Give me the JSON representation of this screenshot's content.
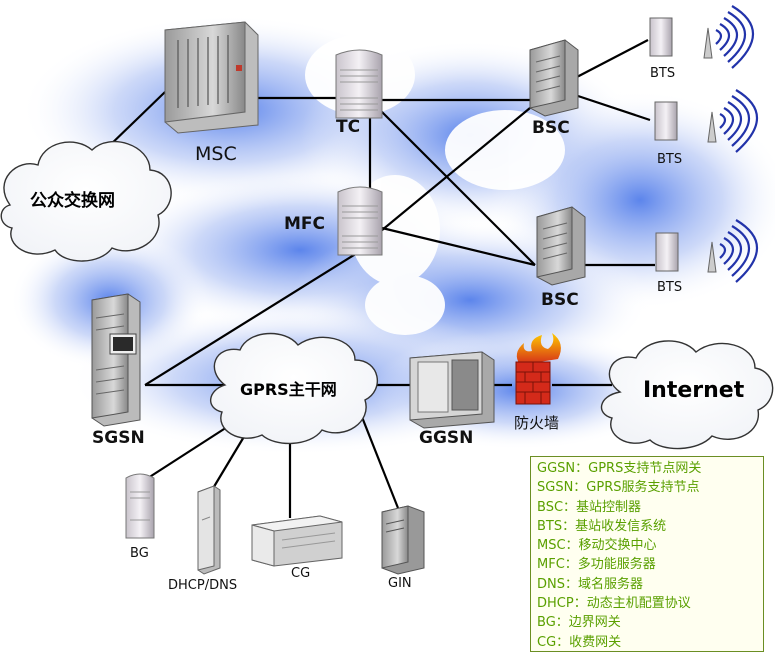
{
  "clouds": {
    "pstn": "公众交换网",
    "gprs": "GPRS主干网",
    "internet": "Internet"
  },
  "nodes": {
    "msc": "MSC",
    "tc": "TC",
    "mfc": "MFC",
    "bsc1": "BSC",
    "bsc2": "BSC",
    "bts1": "BTS",
    "bts2": "BTS",
    "bts3": "BTS",
    "sgsn": "SGSN",
    "ggsn": "GGSN",
    "firewall": "防火墙",
    "bg": "BG",
    "dhcp_dns": "DHCP/DNS",
    "cg": "CG",
    "gin": "GIN"
  },
  "legend": [
    "GGSN：GPRS支持节点网关",
    "SGSN：GPRS服务支持节点",
    "BSC：基站控制器",
    "BTS：基站收发信系统",
    "MSC：移动交换中心",
    "MFC：多功能服务器",
    "DNS：域名服务器",
    "DHCP：动态主机配置协议",
    "BG：边界网关",
    "CG：收费网关"
  ],
  "colors": {
    "glow": "#3f6fe8",
    "legend_text": "#5aa000",
    "legend_border": "#6b8e23",
    "antenna_wave": "#2233aa",
    "firewall": "#d42a1a"
  }
}
